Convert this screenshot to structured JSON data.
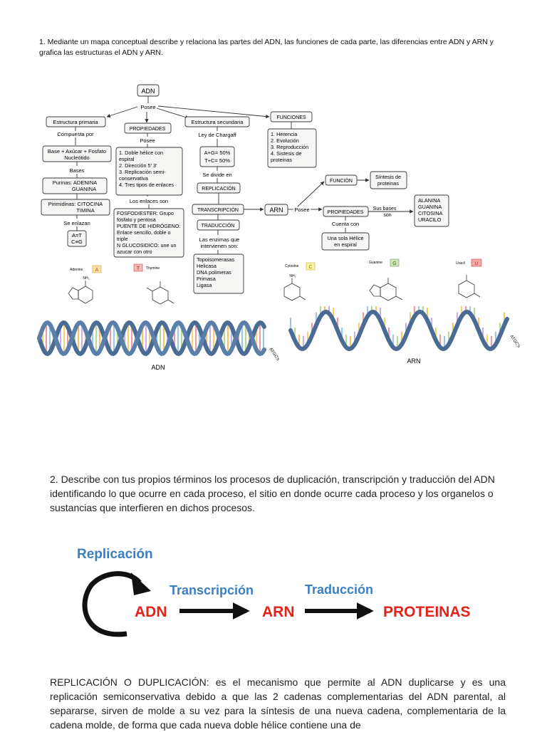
{
  "question1": "1. Mediante un mapa conceptual describe y relaciona las partes del ADN, las funciones de cada parte, las diferencias entre ADN y ARN y grafica las estructuras el ADN y ARN.",
  "map": {
    "root": "ADN",
    "posee_top": "Posee",
    "primary": "Estructura primaria",
    "compuesta": "Compuesta por",
    "base_l1": "Base + Axúcar + Fosfato",
    "base_l2": "Nucleótido",
    "bases": "Bases",
    "purinas_l1": "Purinas: ADENINA",
    "purinas_l2": "GUANINA",
    "pirim_l1": "Pirimidinas: CITOCINA",
    "pirim_l2": "TIMINA",
    "se_enlazan": "Se enlazan",
    "pair_l1": "A=T",
    "pair_l2": "C≡G",
    "propiedades": "PROPIEDADES",
    "posee_prop": "Posee",
    "props": [
      "1. Doble hélice con",
      "espiral",
      "2. Dirección 5'  3'",
      "3. Replicación semi-",
      "conservativa",
      "4. Tres tipos de enlaces"
    ],
    "enlaces_son": "Los enlaces son",
    "enlaces": [
      "FOSFODIESTER: Grupo",
      "fosfato y pentosa",
      "PUENTE DE HIDRÓGENO:",
      "Enlace sencillo, doble o",
      "triple",
      "N GLUCOSIDICO: une un",
      "azucar con otro"
    ],
    "secundaria": "Estructura secundaria",
    "chargaff": "Ley de Chargaff",
    "ag": "A+G= 50%",
    "tc": "T+C= 50%",
    "divide": "Se divide en",
    "replicacion": "REPLICACIÓN",
    "transcripcion": "TRANSCRIPCIÓN",
    "traduccion": "TRADUCCIÓN",
    "enzimas_l1": "Las enzimas que",
    "enzimas_l2": "intervienen son:",
    "enzimas": [
      "Topoisomerasas",
      "Helicasa",
      "DNA polimeras",
      "Primasa",
      "Ligasa"
    ],
    "funciones": "FUNCIONES",
    "funcs": [
      "1. Herencia",
      "2. Evolución",
      "3. Reproducción",
      "4. Sistesis de",
      "proteinas"
    ],
    "arn": "ARN",
    "posee_arn": "Posee",
    "funcion": "FUNCIÓN",
    "sintesis_l1": "Síntesis de",
    "sintesis_l2": "proteinas",
    "prop_arn": "PROPIEDADES",
    "sus_bases_l1": "Sus bases",
    "sus_bases_l2": "son",
    "bases_arn": [
      "ALANINA",
      "GUANINA",
      "CITOSINA",
      "URACILO"
    ],
    "cuenta": "Cuenta con",
    "helice_l1": "Una sola Hélice",
    "helice_l2": "en espiral"
  },
  "molecules": {
    "adenine": "Adenine",
    "adenine_letter": "A",
    "thymine": "Thymine",
    "thymine_letter": "T",
    "cytosine": "Cytosine",
    "cytosine_letter": "C",
    "guanine": "Guanine",
    "guanine_letter": "G",
    "uracil": "Uracil",
    "uracil_letter": "U",
    "nh2": "NH₂"
  },
  "helix": {
    "adn_label": "ADN",
    "arn_label": "ARN",
    "tag": "ATGC's"
  },
  "question2": "2. Describe con tus propios términos los procesos de duplicación, transcripción y traducción del ADN identificando lo que ocurre en cada proceso, el sitio en donde ocurre cada proceso y los organelos o sustancias que interfieren en dichos procesos.",
  "flow": {
    "replicacion": "Replicación",
    "transcripcion": "Transcripción",
    "traduccion": "Traducción",
    "adn": "ADN",
    "arn": "ARN",
    "proteinas": "PROTEINAS",
    "colors": {
      "blue": "#3a7fc1",
      "red": "#e32219",
      "black": "#111111"
    }
  },
  "paragraph": "REPLICACIÓN O DUPLICACIÓN: es el mecanismo que permite al ADN duplicarse y es una replicación semiconservativa debido a que las 2 cadenas complementarias del ADN parental, al separarse, sirven de molde a su vez para la síntesis de una nueva cadena, complementaria de la cadena molde, de forma que cada nueva doble hélice contiene una de"
}
